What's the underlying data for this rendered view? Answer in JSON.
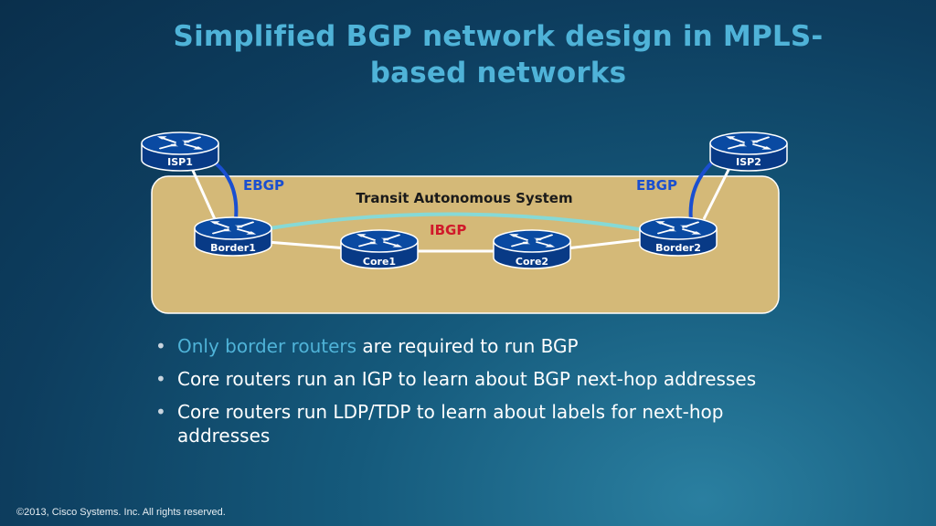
{
  "slide": {
    "title": "Simplified BGP network design in MPLS-based networks",
    "footer": "©2013, Cisco Systems. Inc. All rights reserved."
  },
  "diagram": {
    "as_label": "Transit Autonomous System",
    "ebgp_left": "EBGP",
    "ebgp_right": "EBGP",
    "ibgp": "IBGP",
    "routers": {
      "isp1": "ISP1",
      "isp2": "ISP2",
      "border1": "Border1",
      "border2": "Border2",
      "core1": "Core1",
      "core2": "Core2"
    },
    "colors": {
      "as_fill": "#d4b978",
      "router_body": "#0a4aa2",
      "ebgp": "#1a4fd0",
      "ibgp": "#d0192a",
      "ibgp_session": "#86d9d6"
    }
  },
  "bullets": [
    {
      "highlight": "Only border routers",
      "text": " are required to run BGP"
    },
    {
      "highlight": "",
      "text": "Core routers run an IGP to learn about BGP next-hop addresses"
    },
    {
      "highlight": "",
      "text": "Core routers run LDP/TDP to learn about labels for next-hop addresses"
    }
  ]
}
